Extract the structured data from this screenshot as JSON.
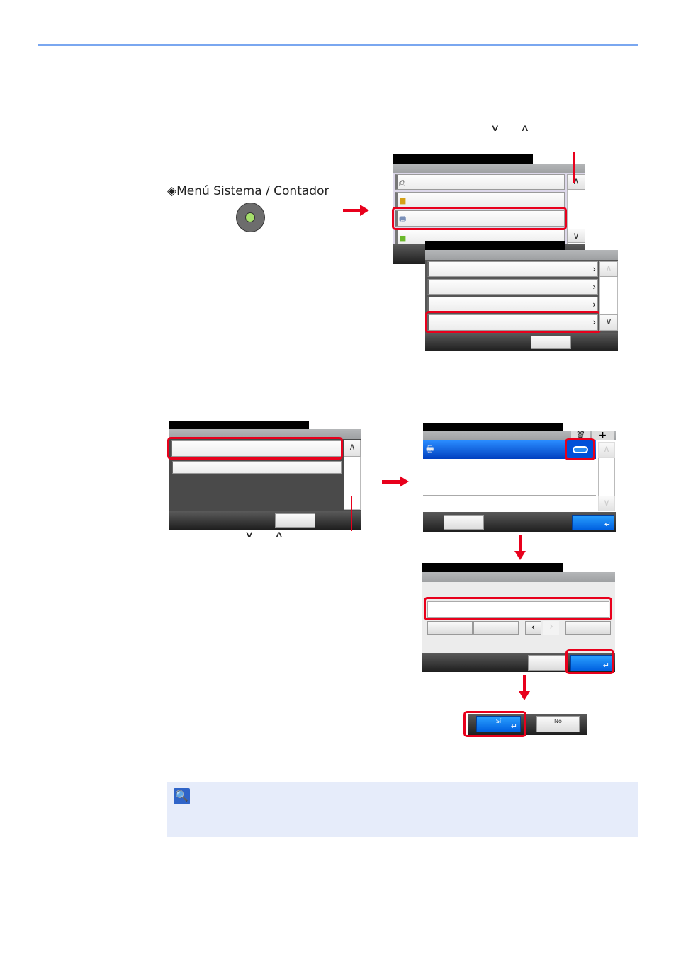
{
  "menu_key": {
    "label": "Menú Sistema / Contador",
    "icon": "diamond-key-icon"
  },
  "scroll_hints": {
    "down": "∨",
    "up": "∧"
  },
  "confirm_dialog": {
    "yes_label": "Sí",
    "no_label": "No"
  },
  "colors": {
    "accent_rule": "#7aa7f0",
    "highlight": "#e8001c",
    "note_bg": "#e6ecfa",
    "selected_blue": "#0060e0"
  }
}
